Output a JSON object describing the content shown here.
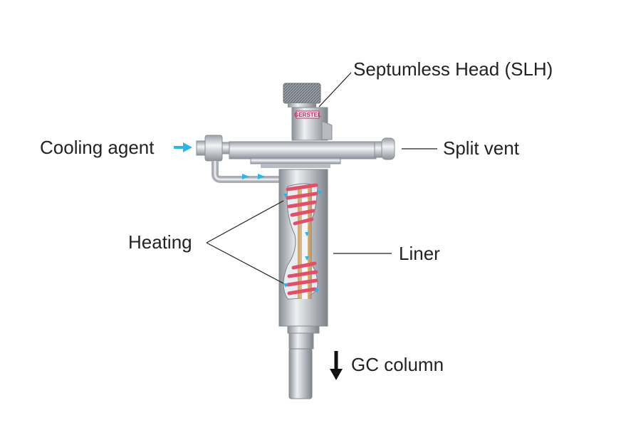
{
  "labels": {
    "septumless_head": "Septumless Head (SLH)",
    "cooling_agent": "Cooling agent",
    "split_vent": "Split vent",
    "heating": "Heating",
    "liner": "Liner",
    "gc_column": "GC column",
    "brand": "GERSTEL"
  },
  "colors": {
    "steel_dark": "#8a8f96",
    "steel_mid": "#c4c8cd",
    "steel_light": "#eef0f2",
    "heating_coil": "#e0506a",
    "coolant": "#2fb4e6",
    "arrow": "#111111",
    "leader_line": "#222222"
  },
  "icons": [
    "cooling-agent-arrow-icon",
    "gc-column-arrow-icon"
  ]
}
